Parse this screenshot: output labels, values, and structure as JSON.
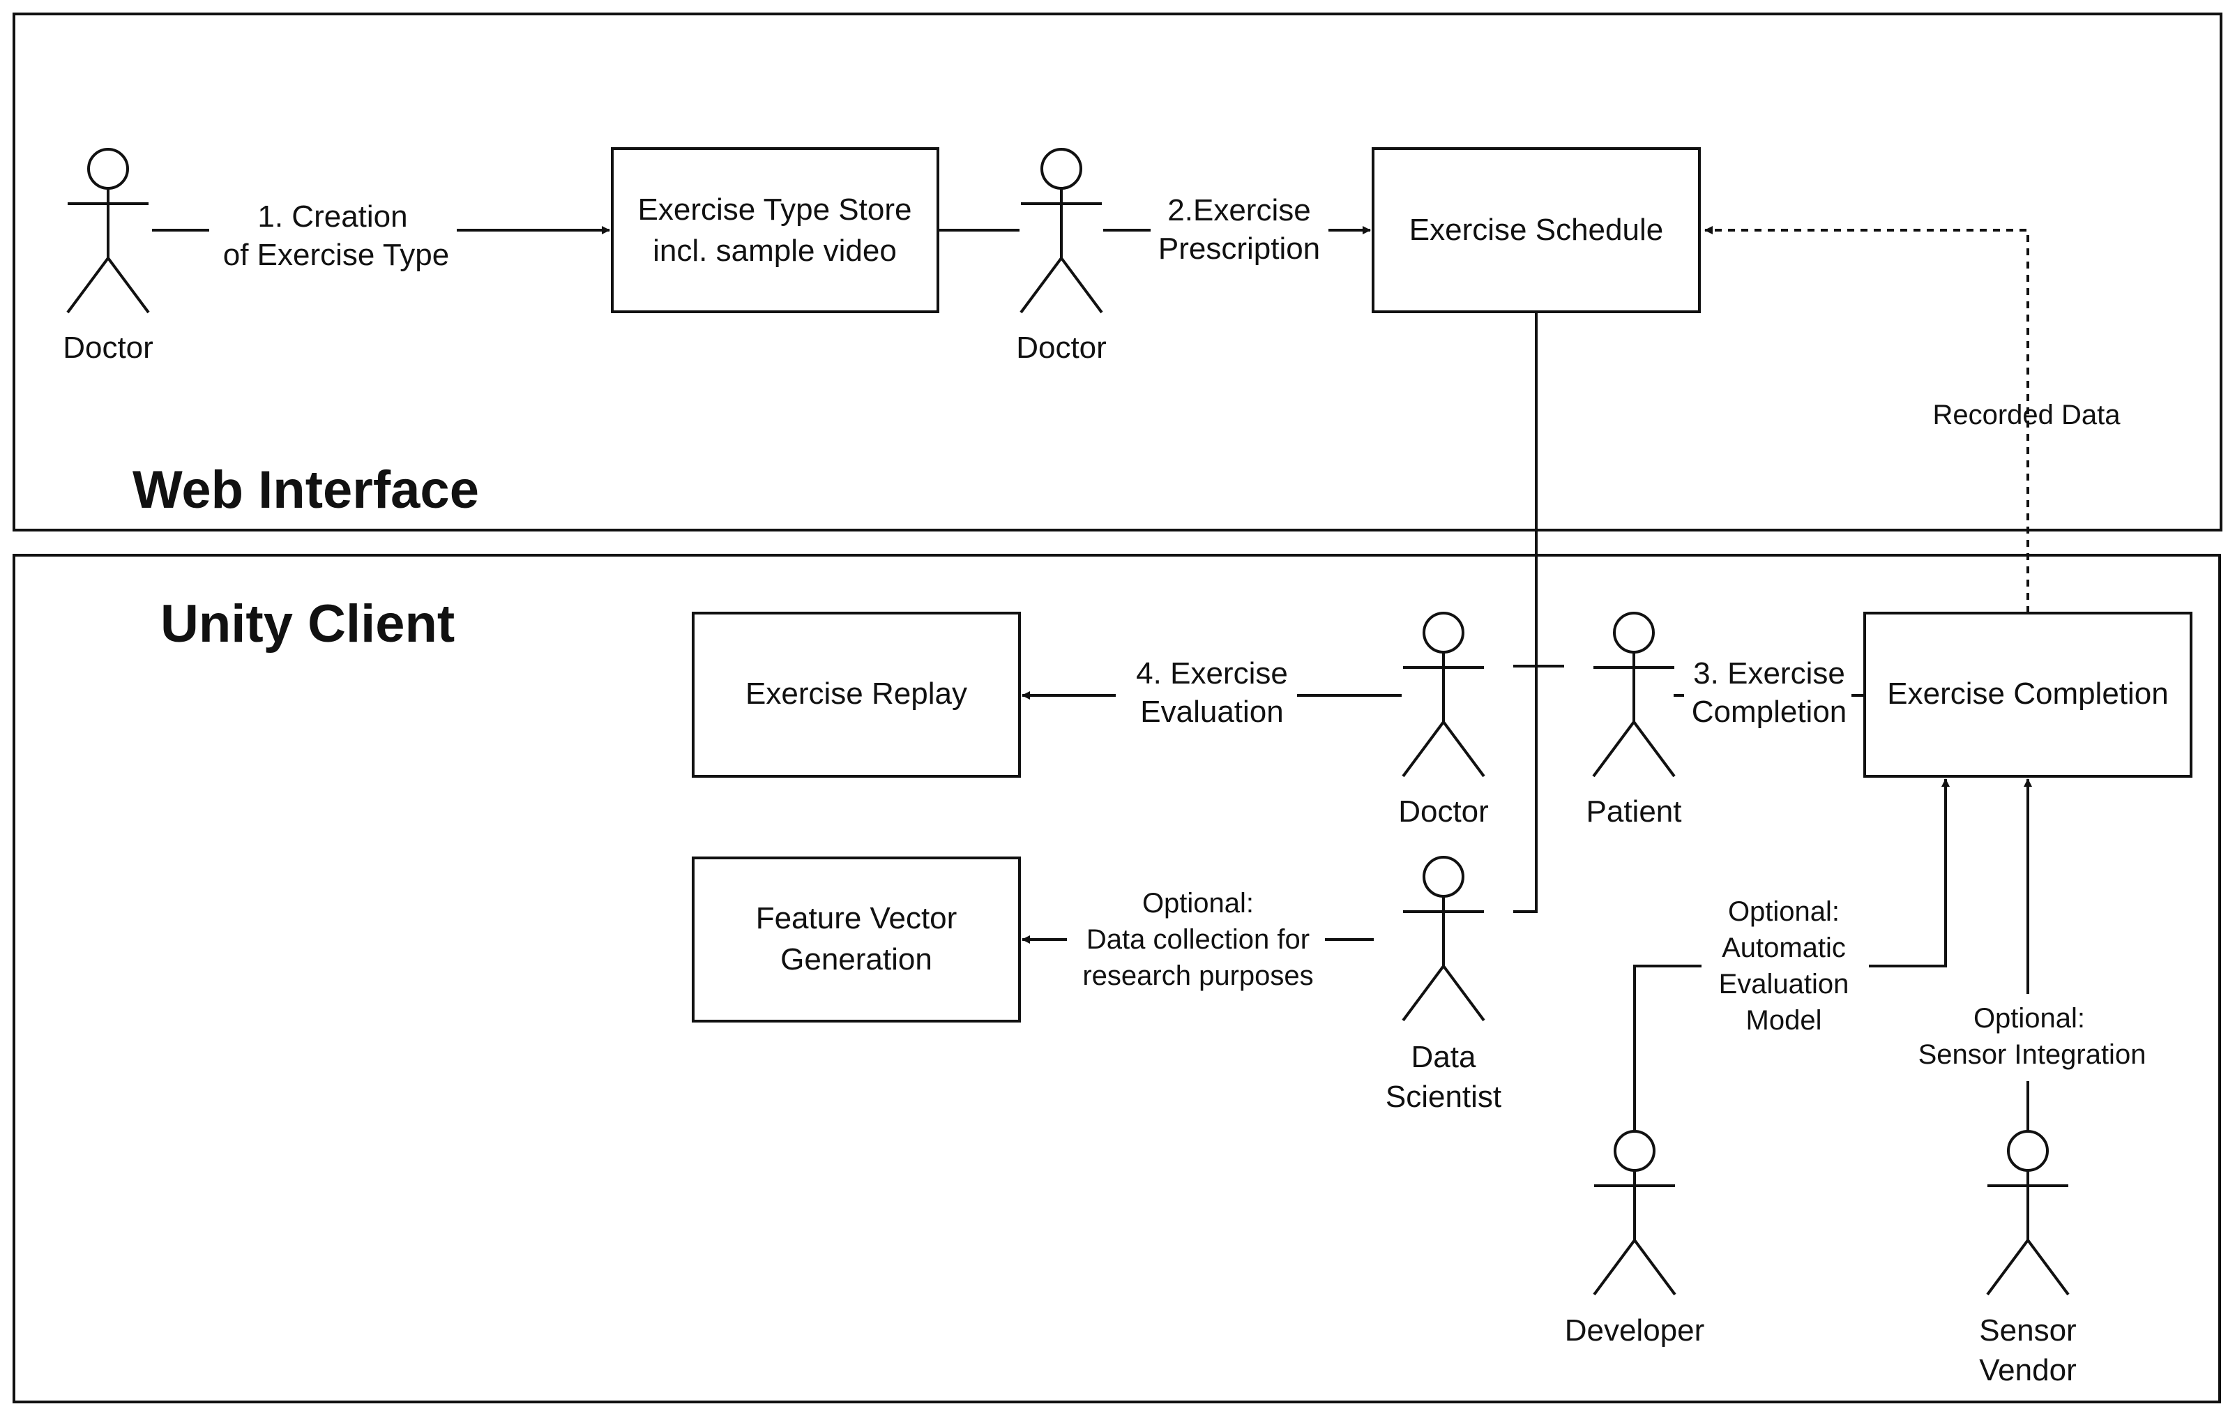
{
  "sections": {
    "web": "Web Interface",
    "unity": "Unity Client"
  },
  "boxes": {
    "exercise_type_store": [
      "Exercise Type Store",
      "incl. sample video"
    ],
    "exercise_schedule": [
      "Exercise Schedule"
    ],
    "exercise_replay": [
      "Exercise Replay"
    ],
    "feature_vector": [
      "Feature Vector",
      "Generation"
    ],
    "exercise_completion": [
      "Exercise Completion"
    ]
  },
  "actors": {
    "doctor_1": [
      "Doctor"
    ],
    "doctor_2": [
      "Doctor"
    ],
    "doctor_3": [
      "Doctor"
    ],
    "patient": [
      "Patient"
    ],
    "data_scientist": [
      "Data",
      "Scientist"
    ],
    "developer": [
      "Developer"
    ],
    "sensor_vendor": [
      "Sensor",
      "Vendor"
    ]
  },
  "edges": {
    "creation": [
      "1. Creation",
      "of Exercise Type"
    ],
    "prescription": [
      "2.Exercise",
      "Prescription"
    ],
    "recorded": [
      "Recorded Data"
    ],
    "evaluation": [
      "4. Exercise",
      "Evaluation"
    ],
    "completion": [
      "3. Exercise",
      "Completion"
    ],
    "data_collection": [
      "Optional:",
      "Data collection for",
      "research purposes"
    ],
    "auto_eval": [
      "Optional:",
      "Automatic",
      "Evaluation",
      "Model"
    ],
    "sensor": [
      "Optional:",
      "Sensor Integration"
    ]
  }
}
